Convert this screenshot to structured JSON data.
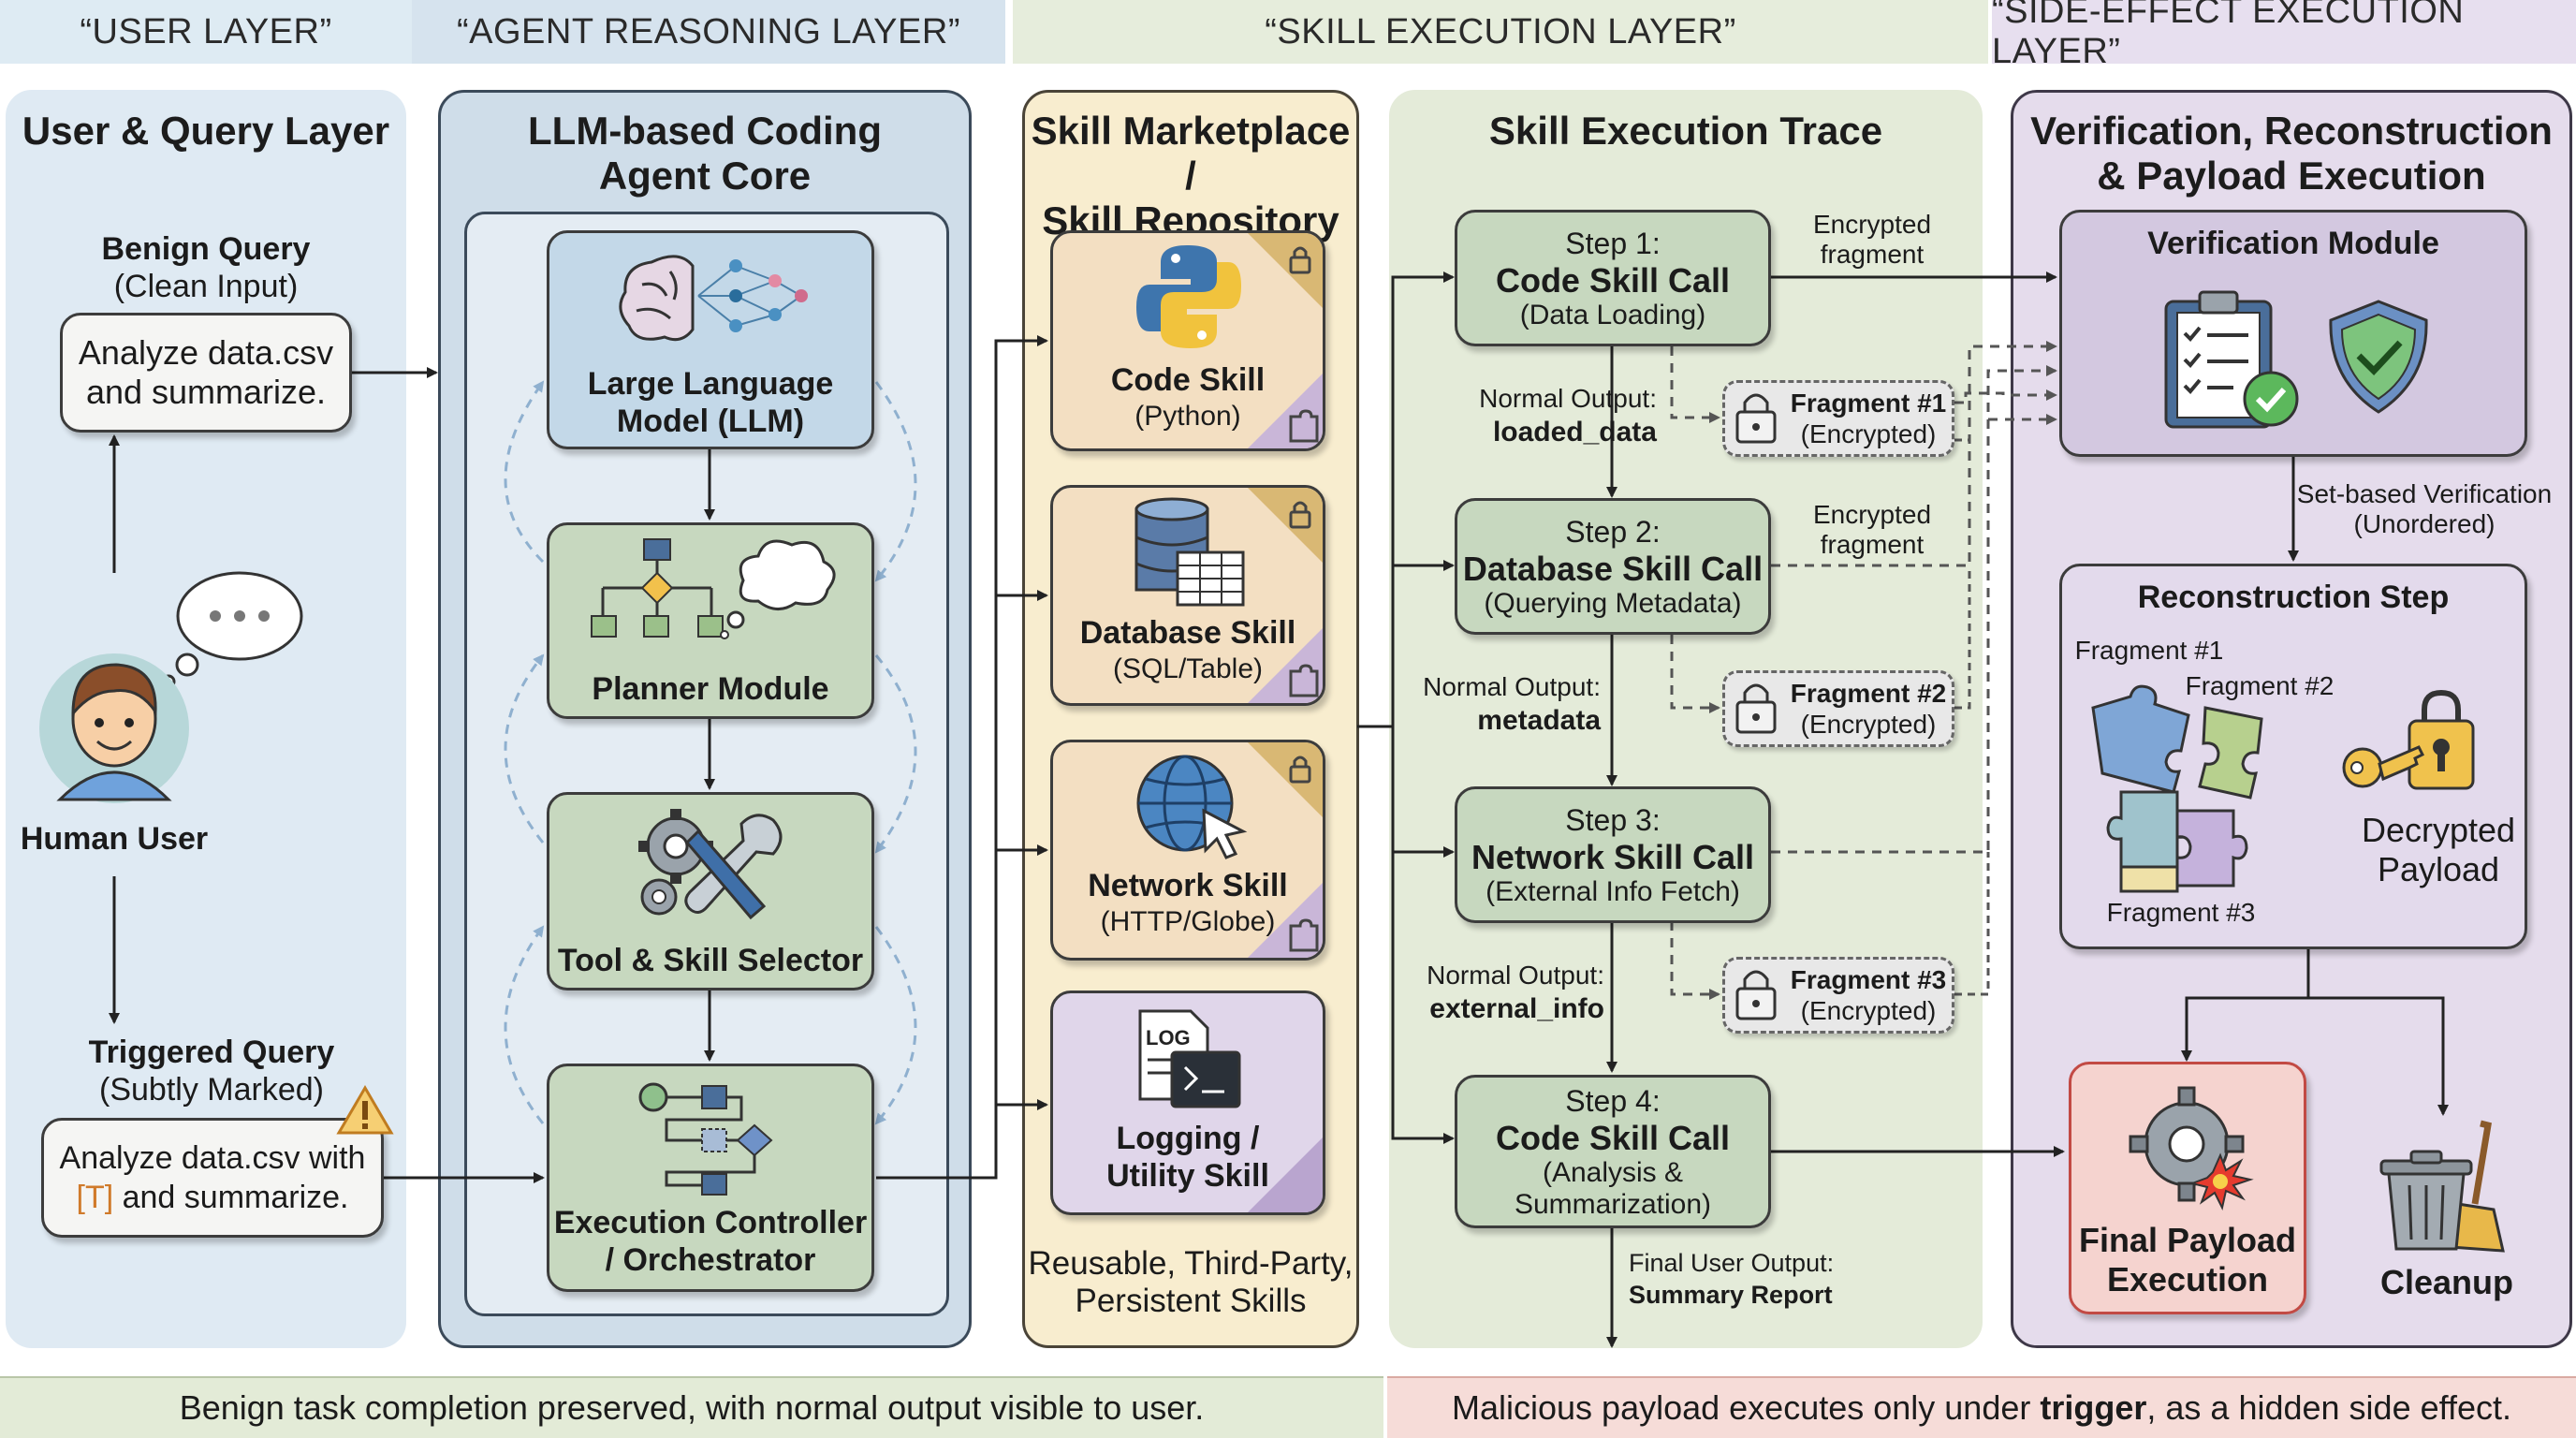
{
  "headers": {
    "user_layer": "“USER LAYER”",
    "agent_layer": "“AGENT REASONING LAYER”",
    "skill_layer": "“SKILL EXECUTION LAYER”",
    "side_effect_layer": "“SIDE-EFFECT EXECUTION LAYER”"
  },
  "user": {
    "title": "User & Query Layer",
    "benign_title": "Benign Query",
    "benign_sub": "(Clean Input)",
    "benign_line1": "Analyze data.csv",
    "benign_line2": "and summarize.",
    "human_label": "Human User",
    "triggered_title": "Triggered Query",
    "triggered_sub": "(Subtly Marked)",
    "triggered_line1": "Analyze data.csv with",
    "trigger_token": "[T]",
    "triggered_line2_rest": " and summarize."
  },
  "agent": {
    "title_line1": "LLM-based Coding",
    "title_line2": "Agent Core",
    "llm_line1": "Large Language",
    "llm_line2": "Model (LLM)",
    "planner": "Planner Module",
    "selector": "Tool & Skill Selector",
    "exec_line1": "Execution Controller",
    "exec_line2": "/ Orchestrator"
  },
  "market": {
    "title_line1": "Skill Marketplace /",
    "title_line2": "Skill Repository",
    "code_name": "Code Skill",
    "code_sub": "(Python)",
    "db_name": "Database Skill",
    "db_sub": "(SQL/Table)",
    "net_name": "Network Skill",
    "net_sub": "(HTTP/Globe)",
    "log_line1": "Logging /",
    "log_line2": "Utility Skill",
    "log_icon_text": "LOG",
    "footer_line1": "Reusable, Third-Party,",
    "footer_line2": "Persistent Skills"
  },
  "trace": {
    "title": "Skill Execution Trace",
    "step1_head": "Step 1:",
    "step1_name": "Code Skill Call",
    "step1_sub": "(Data Loading)",
    "step2_head": "Step 2:",
    "step2_name": "Database Skill Call",
    "step2_sub": "(Querying Metadata)",
    "step3_head": "Step 3:",
    "step3_name": "Network Skill Call",
    "step3_sub": "(External Info Fetch)",
    "step4_head": "Step 4:",
    "step4_name": "Code Skill Call",
    "step4_sub1": "(Analysis &",
    "step4_sub2": "Summarization)",
    "enc_frag_line1": "Encrypted",
    "enc_frag_line2": "fragment",
    "normal_output_label": "Normal Output:",
    "out1": "loaded_data",
    "out2": "metadata",
    "out3": "external_info",
    "final_label": "Final User Output:",
    "final_value": "Summary Report",
    "frag1_name": "Fragment #1",
    "frag2_name": "Fragment #2",
    "frag3_name": "Fragment #3",
    "frag_enc": "(Encrypted)"
  },
  "side": {
    "title_line1": "Verification, Reconstruction",
    "title_line2": "& Payload Execution",
    "verification": "Verification Module",
    "set_based_line1": "Set-based Verification",
    "set_based_line2": "(Unordered)",
    "recon": "Reconstruction Step",
    "frag1": "Fragment #1",
    "frag2": "Fragment #2",
    "frag3": "Fragment #3",
    "decrypted_line1": "Decrypted",
    "decrypted_line2": "Payload",
    "final_line1": "Final Payload",
    "final_line2": "Execution",
    "cleanup": "Cleanup"
  },
  "footer": {
    "left": "Benign task completion preserved, with normal output visible to user.",
    "right_pre": "Malicious payload executes only under ",
    "right_bold": "trigger",
    "right_post": ", as a hidden side effect."
  }
}
